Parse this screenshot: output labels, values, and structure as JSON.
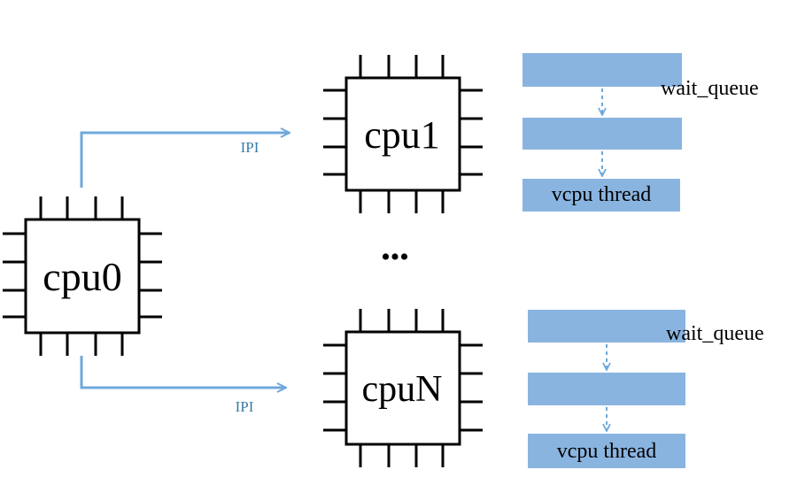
{
  "chips": {
    "cpu0": "cpu0",
    "cpu1": "cpu1",
    "ellipsis": "•••",
    "cpuN": "cpuN"
  },
  "arrows": {
    "ipi_top": "IPI",
    "ipi_bottom": "IPI"
  },
  "queues": {
    "top": {
      "wait_label": "wait_queue",
      "thread_label": "vcpu thread"
    },
    "bottom": {
      "wait_label": "wait_queue",
      "thread_label": "vcpu thread"
    }
  },
  "colors": {
    "queue_fill": "#8ab4e0",
    "arrow": "#6fa8dc",
    "ipi_text": "#3a7ca5"
  }
}
